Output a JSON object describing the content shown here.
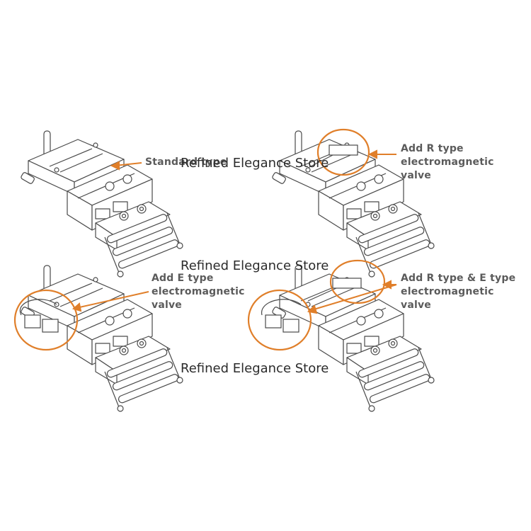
{
  "accent_color": "#e07f2a",
  "line_color": "#4a4a4a",
  "panels": [
    {
      "id": "standard",
      "callout": [
        "Standard type"
      ]
    },
    {
      "id": "r-type",
      "callout": [
        "Add R type",
        "electromagnetic",
        "valve"
      ]
    },
    {
      "id": "e-type",
      "callout": [
        "Add E type",
        "electromagnetic",
        "valve"
      ]
    },
    {
      "id": "re-type",
      "callout": [
        "Add R type & E type",
        "electromagnetic",
        "valve"
      ]
    }
  ],
  "watermarks": [
    "Refined Elegance Store",
    "Refined Elegance Store",
    "Refined Elegance Store"
  ]
}
